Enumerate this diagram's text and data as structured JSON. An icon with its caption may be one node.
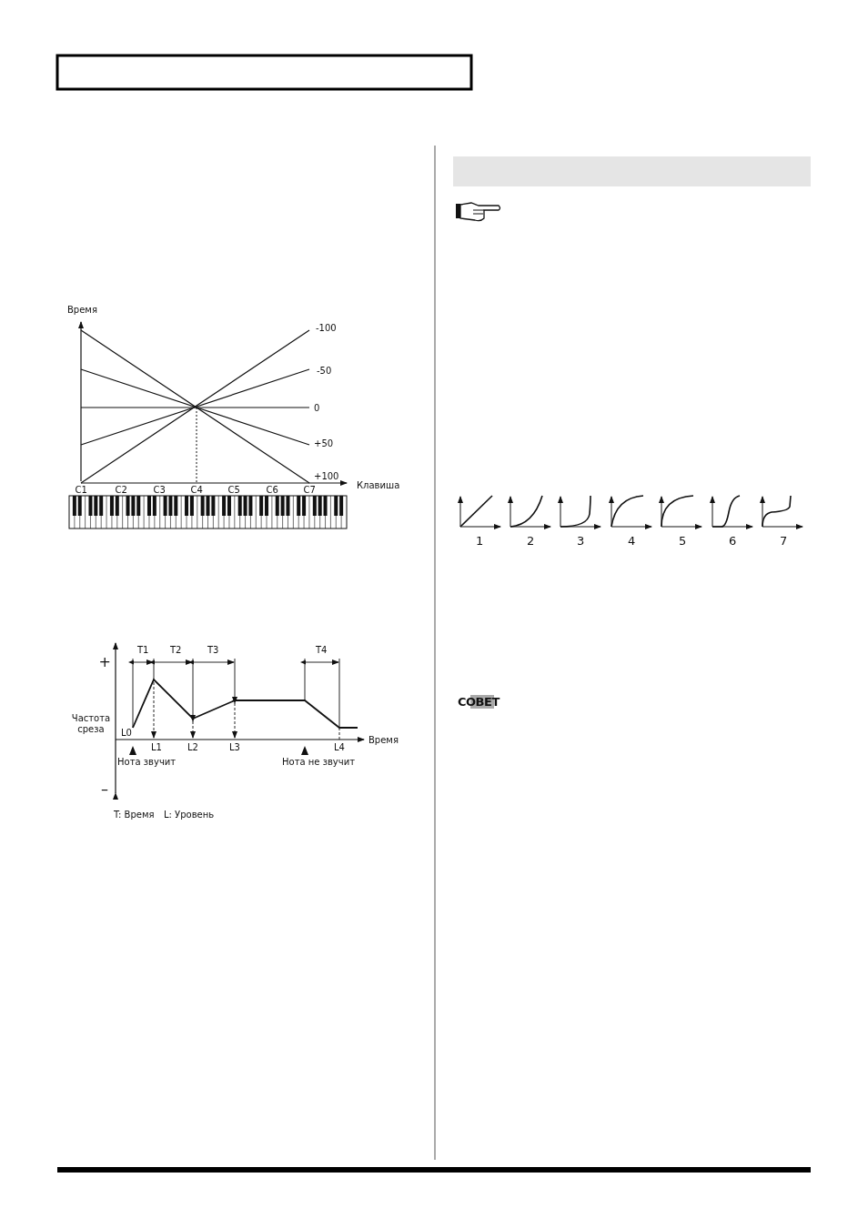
{
  "diagram": {
    "nodes": [
      {
        "text": [],
        "shape": "box"
      },
      {
        "text": [],
        "shape": "bar"
      }
    ],
    "labels": [
      "Время",
      "-100",
      "-50",
      "0",
      "+50",
      "+100",
      "C1",
      "C2",
      "C3",
      "C4",
      "C5",
      "C6",
      "C7",
      "Клавиша",
      "T1",
      "T2",
      "T3",
      "T4",
      "+",
      "Частота среза",
      "L0",
      "Время",
      "L1",
      "L2",
      "L3",
      "L4",
      "Нота звучит",
      "Нота не звучит",
      "–",
      "T: Время",
      "L: Уровень",
      "1",
      "2",
      "3",
      "4",
      "5",
      "6",
      "7",
      "СОВЕТ"
    ]
  }
}
